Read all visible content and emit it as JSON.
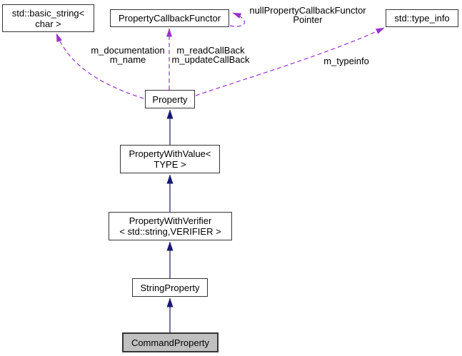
{
  "diagram": {
    "kind": "collaboration-diagram",
    "nodes": {
      "basic_string": {
        "line1": "std::basic_string<",
        "line2": "char >"
      },
      "callback_functor": {
        "line1": "PropertyCallbackFunctor"
      },
      "type_info": {
        "line1": "std::type_info"
      },
      "property": {
        "line1": "Property"
      },
      "property_with_value": {
        "line1": "PropertyWithValue<",
        "line2": "TYPE >"
      },
      "property_with_verifier": {
        "line1": "PropertyWithVerifier",
        "line2": "< std::string,VERIFIER >"
      },
      "string_property": {
        "line1": "StringProperty"
      },
      "command_property": {
        "line1": "CommandProperty"
      }
    },
    "edge_labels": {
      "member_docs": {
        "line1": "m_documentation",
        "line2": "m_name"
      },
      "member_callbacks": {
        "line1": "m_readCallBack",
        "line2": "m_updateCallBack"
      },
      "member_typeinfo": {
        "line1": "m_typeinfo"
      },
      "member_null_pointer": {
        "line1": "nullPropertyCallbackFunctor",
        "line2": "Pointer"
      }
    },
    "edges": [
      {
        "type": "inheritance",
        "from": "property_with_value",
        "to": "property"
      },
      {
        "type": "inheritance",
        "from": "property_with_verifier",
        "to": "property_with_value"
      },
      {
        "type": "inheritance",
        "from": "string_property",
        "to": "property_with_verifier"
      },
      {
        "type": "inheritance",
        "from": "command_property",
        "to": "string_property"
      },
      {
        "type": "usage",
        "from": "property",
        "to": "basic_string",
        "label": "m_documentation m_name"
      },
      {
        "type": "usage",
        "from": "property",
        "to": "callback_functor",
        "label": "m_readCallBack m_updateCallBack"
      },
      {
        "type": "usage",
        "from": "property",
        "to": "type_info",
        "label": "m_typeinfo"
      },
      {
        "type": "usage",
        "from": "callback_functor",
        "to": "callback_functor",
        "label": "nullPropertyCallbackFunctor Pointer"
      }
    ],
    "colors": {
      "inheritance_edge": "#191970",
      "usage_edge": "#9a32cd",
      "node_fill": "#ffffff",
      "highlight_fill": "#c0c0c0",
      "node_border": "#363636",
      "text": "#000000",
      "background": "#ffffff"
    }
  }
}
